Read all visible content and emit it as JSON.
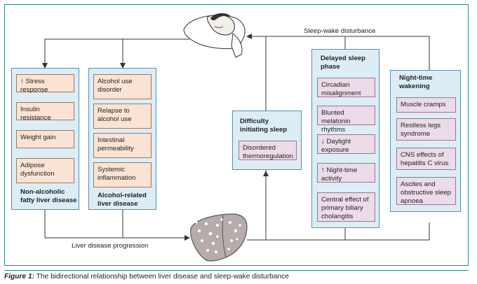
{
  "top_label": "Sleep-wake disturbance",
  "bottom_label": "Liver disease progression",
  "nafld": {
    "items": [
      "↑ Stress response",
      "Insulin resistance",
      "Weight gain",
      "Adipose dysfunction"
    ],
    "title": "Non-alcoholic fatty liver disease"
  },
  "ald": {
    "items": [
      "Alcohol use disorder",
      "Relapse to alcohol use",
      "Intestinal permeability",
      "Systemic inflammation"
    ],
    "title": "Alcohol-related liver disease"
  },
  "difficulty": {
    "title": "Difficulty initiating sleep",
    "items": [
      "Disordered thermoregulation"
    ]
  },
  "delayed": {
    "title": "Delayed sleep phase",
    "items": [
      "Circadian misalignment",
      "Blunted melatonin rhythms",
      "↓ Daylight exposure",
      "↑ Night-time activity",
      "Central effect of primary biliary cholangitis"
    ]
  },
  "night": {
    "title": "Night-time wakening",
    "items": [
      "Muscle cramps",
      "Restless legs syndrome",
      "CNS effects of hepatitis C virus",
      "Ascites and obstructive sleep apnoea"
    ]
  },
  "caption": {
    "label": "Figure 1:",
    "text": "The bidirectional relationship between liver disease and sleep-wake disturbance"
  }
}
